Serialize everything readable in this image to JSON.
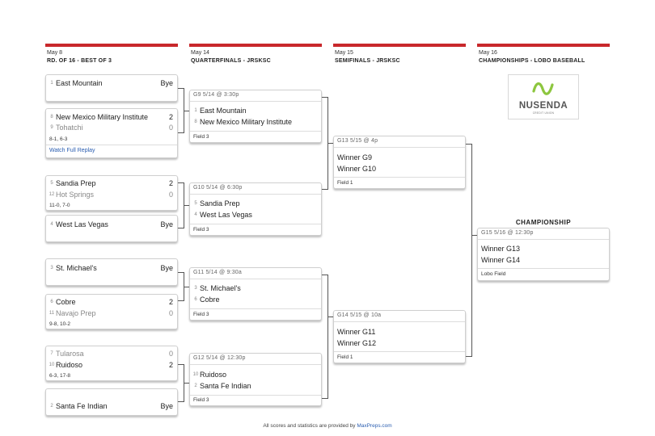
{
  "columns": [
    {
      "date": "May 8",
      "title": "RD. OF 16 - BEST OF 3"
    },
    {
      "date": "May 14",
      "title": "QUARTERFINALS - JRSKSC"
    },
    {
      "date": "May 15",
      "title": "SEMIFINALS - JRSKSC"
    },
    {
      "date": "May 16",
      "title": "CHAMPIONSHIPS - LOBO BASEBALL"
    }
  ],
  "round16": [
    {
      "t1": {
        "seed": "1",
        "name": "East Mountain",
        "score": "Bye"
      }
    },
    {
      "t1": {
        "seed": "8",
        "name": "New Mexico Military Institute",
        "score": "2"
      },
      "t2": {
        "seed": "9",
        "name": "Tohatchi",
        "score": "0"
      },
      "result": "8-1, 6-3",
      "link": "Watch Full Replay"
    },
    {
      "t1": {
        "seed": "5",
        "name": "Sandia Prep",
        "score": "2"
      },
      "t2": {
        "seed": "12",
        "name": "Hot Springs",
        "score": "0"
      },
      "result": "11-0, 7-0"
    },
    {
      "t1": {
        "seed": "4",
        "name": "West Las Vegas",
        "score": "Bye"
      }
    },
    {
      "t1": {
        "seed": "3",
        "name": "St. Michael's",
        "score": "Bye"
      }
    },
    {
      "t1": {
        "seed": "6",
        "name": "Cobre",
        "score": "2"
      },
      "t2": {
        "seed": "11",
        "name": "Navajo Prep",
        "score": "0"
      },
      "result": "9-8, 10-2"
    },
    {
      "t1": {
        "seed": "7",
        "name": "Tularosa",
        "score": "0"
      },
      "t2": {
        "seed": "10",
        "name": "Ruidoso",
        "score": "2"
      },
      "result": "6-3, 17-8"
    },
    {
      "t1": {
        "seed": "2",
        "name": "Santa Fe Indian",
        "score": "Bye"
      }
    }
  ],
  "quarterfinals": [
    {
      "game": "G9 5/14 @ 3:30p",
      "t1": {
        "seed": "1",
        "name": "East Mountain"
      },
      "t2": {
        "seed": "8",
        "name": "New Mexico Military Institute"
      },
      "field": "Field 3"
    },
    {
      "game": "G10 5/14 @ 6:30p",
      "t1": {
        "seed": "5",
        "name": "Sandia Prep"
      },
      "t2": {
        "seed": "4",
        "name": "West Las Vegas"
      },
      "field": "Field 3"
    },
    {
      "game": "G11 5/14 @ 9:30a",
      "t1": {
        "seed": "3",
        "name": "St. Michael's"
      },
      "t2": {
        "seed": "6",
        "name": "Cobre"
      },
      "field": "Field 3"
    },
    {
      "game": "G12 5/14 @ 12:30p",
      "t1": {
        "seed": "10",
        "name": "Ruidoso"
      },
      "t2": {
        "seed": "2",
        "name": "Santa Fe Indian"
      },
      "field": "Field 3"
    }
  ],
  "semifinals": [
    {
      "game": "G13 5/15 @ 4p",
      "t1": "Winner G9",
      "t2": "Winner G10",
      "field": "Field 1"
    },
    {
      "game": "G14 5/15 @ 10a",
      "t1": "Winner G11",
      "t2": "Winner G12",
      "field": "Field 1"
    }
  ],
  "championship": {
    "label": "CHAMPIONSHIP",
    "game": "G15 5/16 @ 12:30p",
    "t1": "Winner G13",
    "t2": "Winner G14",
    "field": "Lobo Field"
  },
  "sponsor": {
    "name": "NUSENDA",
    "tagline": "CREDIT UNION",
    "color": "#8dc63f",
    "text_color": "#555555"
  },
  "footer": {
    "text": "All scores and statistics are provided by",
    "link": "MaxPreps.com"
  }
}
